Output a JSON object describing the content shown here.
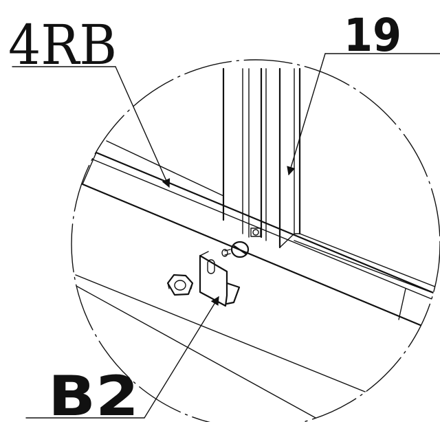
{
  "labels": {
    "part_4rb": "4RB",
    "part_19": "19",
    "part_b2": "B2"
  },
  "colors": {
    "line": "#111111",
    "background": "#ffffff",
    "part_fill": "#f4f4f4"
  },
  "icons": {
    "hex_nut": "hex-nut-icon",
    "screw": "screw-icon",
    "bracket": "bracket-icon"
  }
}
